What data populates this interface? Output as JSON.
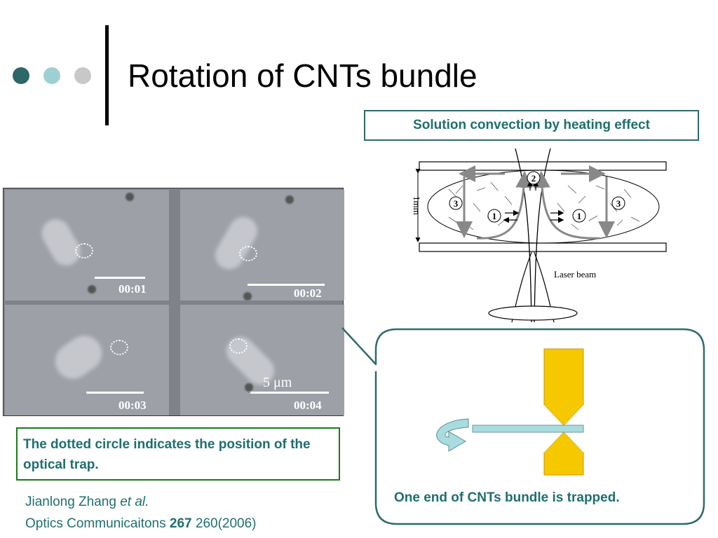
{
  "slide": {
    "title": "Rotation of CNTs bundle",
    "bullet_colors": [
      "#2e6768",
      "#9ed0d3",
      "#c8c8c8"
    ]
  },
  "convection_label": "Solution convection by heating effect",
  "diagram": {
    "scale_label": "1mm",
    "laser_label": "Laser beam",
    "flow_numbers": [
      "3",
      "2",
      "1",
      "1",
      "3"
    ]
  },
  "frames": [
    {
      "time": "00:01"
    },
    {
      "time": "00:02"
    },
    {
      "time": "00:03"
    },
    {
      "time": "00:04",
      "scale": "5 μm"
    }
  ],
  "caption": "The dotted circle indicates the position of the optical trap.",
  "citation": {
    "author": "Jianlong Zhang ",
    "et_al": "et al.",
    "journal": "Optics Communicaitons ",
    "volume": "267",
    "pages": " 260(2006)"
  },
  "trap_caption": "One end of CNTs bundle is trapped."
}
